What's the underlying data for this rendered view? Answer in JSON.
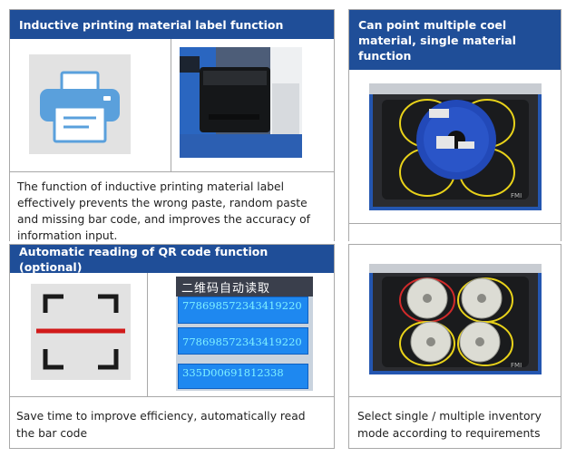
{
  "cards": {
    "print": {
      "title": "Inductive printing material label function",
      "description": "The function of inductive printing material label effectively prevents the wrong paste, random paste and missing bar code, and improves the accuracy of information input.",
      "icon": "printer-icon"
    },
    "qr": {
      "title": "Automatic reading of QR code function (optional)",
      "description": "Save time to improve efficiency, automatically read the bar code",
      "icon": "scan-frame-icon",
      "panel_title": "二维码自动读取",
      "codes": [
        "778698572343419220",
        "778698572343419220",
        "335D00691812338"
      ]
    },
    "coil": {
      "title": "Can point multiple coel material, single material function",
      "stage_brand": "FMI"
    },
    "inventory": {
      "description": "Select single / multiple inventory mode according to requirements",
      "stage_brand": "FMI"
    }
  },
  "colors": {
    "header_bg": "#1f4e98",
    "icon_blue": "#5aa0dc",
    "scan_red": "#d11a1a",
    "ring_yellow": "#e8d21a"
  }
}
